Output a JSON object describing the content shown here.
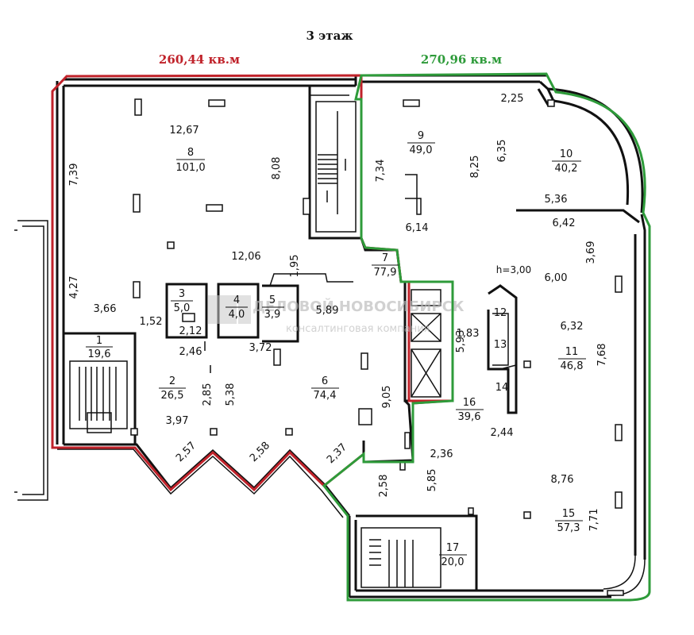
{
  "title": "3 этаж",
  "zones": {
    "left_area": "260,44 кв.м",
    "right_area": "270,96 кв.м",
    "left_color": "#c0222a",
    "right_color": "#2e9b3a"
  },
  "watermark": {
    "line1": "ДЕЛОВОЙ НОВОСИБИРСК",
    "line2": "консалтинговая компания"
  },
  "rooms": {
    "r1_num": "1",
    "r1_area": "19,6",
    "r2_num": "2",
    "r2_area": "26,5",
    "r3_num": "3",
    "r3_area": "5,0",
    "r4_num": "4",
    "r4_area": "4,0",
    "r5_num": "5",
    "r5_area": "3,9",
    "r6_num": "6",
    "r6_area": "74,4",
    "r7_num": "7",
    "r7_area": "77,9",
    "r8_num": "8",
    "r8_area": "101,0",
    "r9_num": "9",
    "r9_area": "49,0",
    "r10_num": "10",
    "r10_area": "40,2",
    "r11_num": "11",
    "r11_area": "46,8",
    "r12_num": "12",
    "r13_num": "13",
    "r14_num": "14",
    "r15_num": "15",
    "r15_area": "57,3",
    "r16_num": "16",
    "r16_area": "39,6",
    "r17_num": "17",
    "r17_area": "20,0"
  },
  "ceiling_height": "h=3,00",
  "dims": {
    "d12_67": "12,67",
    "d8_08": "8,08",
    "d7_39": "7,39",
    "d12_06": "12,06",
    "d1_95": "1,95",
    "d4_27": "4,27",
    "d3_66": "3,66",
    "d1_52": "1,52",
    "d2_12": "2,12",
    "d2_46": "2,46",
    "d3_72": "3,72",
    "d5_89": "5,89",
    "d7_34": "7,34",
    "d8_25": "8,25",
    "d6_35": "6,35",
    "d2_25": "2,25",
    "d5_36": "5,36",
    "d6_42": "6,42",
    "d6_14": "6,14",
    "d3_69": "3,69",
    "d6_00": "6,00",
    "d6_32": "6,32",
    "d7_68": "7,68",
    "d1_83": "1,83",
    "d5_93": "5,93",
    "d9_05": "9,05",
    "d2_85": "2,85",
    "d5_38": "5,38",
    "d3_97": "3,97",
    "d2_57": "2,57",
    "d2_58a": "2,58",
    "d2_37": "2,37",
    "d2_44": "2,44",
    "d2_36": "2,36",
    "d2_58b": "2,58",
    "d5_85": "5,85",
    "d8_76": "8,76",
    "d7_71": "7,71"
  }
}
